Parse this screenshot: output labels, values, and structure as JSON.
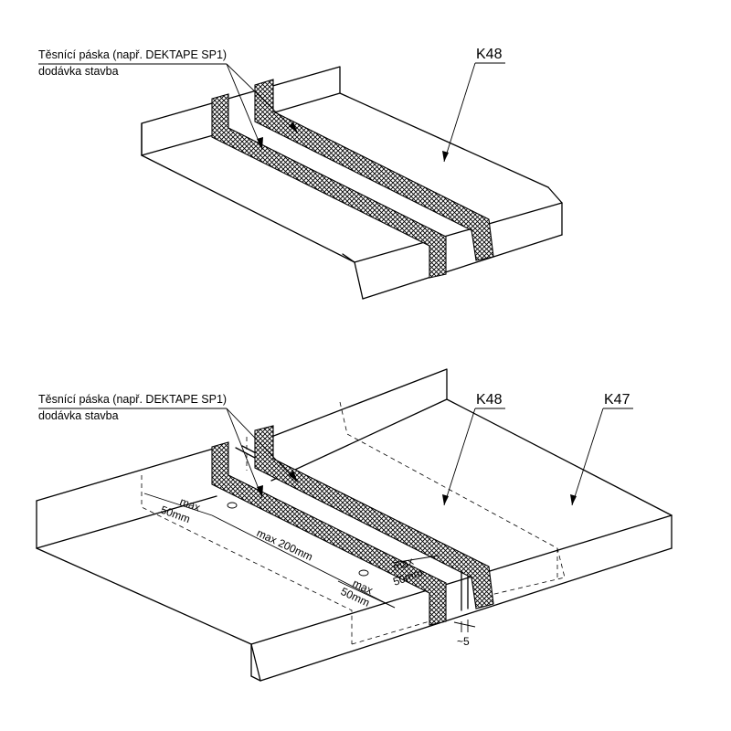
{
  "top_detail": {
    "tape_label_line1": "Těsnící páska (např. DEKTAPE SP1)",
    "tape_label_line2": "dodávka stavba",
    "part_label": "K48"
  },
  "bottom_detail": {
    "tape_label_line1": "Těsnící páska (např. DEKTAPE SP1)",
    "tape_label_line2": "dodávka stavba",
    "part_label_left": "K48",
    "part_label_right": "K47",
    "dim_max_1": "max",
    "dim_50mm_1": "50mm",
    "dim_max_200": "max 200mm",
    "dim_max_2": "max",
    "dim_50mm_2": "50mm",
    "dim_max_3": "max",
    "dim_50mm_3": "50mm",
    "dim_gap": "~5"
  }
}
